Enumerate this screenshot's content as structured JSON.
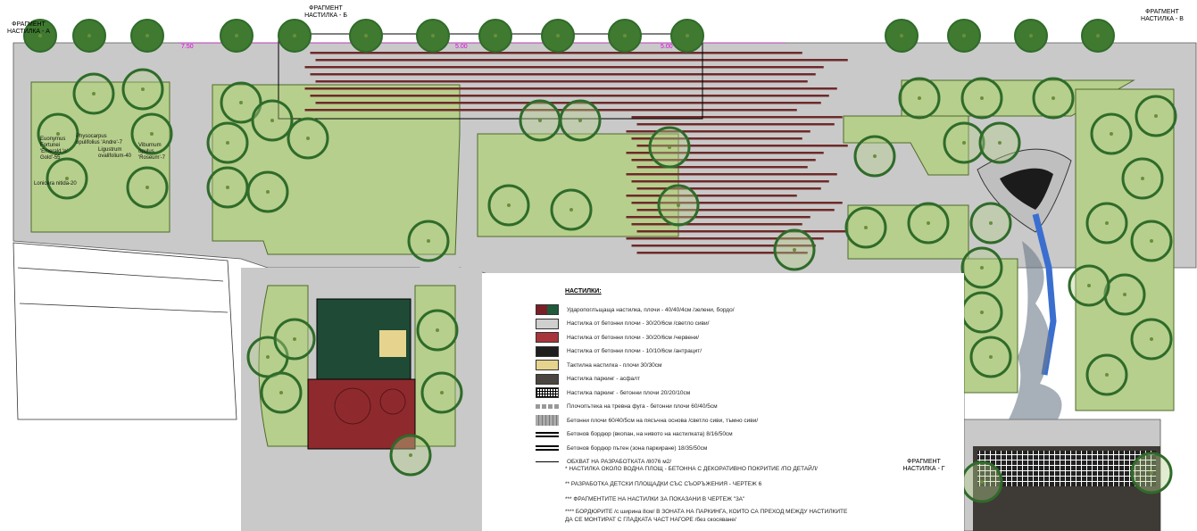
{
  "fragments": {
    "a": "ФРАГМЕНТ НАСТИЛКА - А",
    "b": "ФРАГМЕНТ НАСТИЛКА - Б",
    "v": "ФРАГМЕНТ НАСТИЛКА - В",
    "g": "ФРАГМЕНТ НАСТИЛКА - Г"
  },
  "dimensions": [
    "7.50",
    "5.00",
    "5.00"
  ],
  "plants": {
    "euonymus": "Euonymus Fortunei 'Emerald 'n' Gold'-55",
    "physocarpus": "Physocarpus opulifolius 'Andre'-7",
    "ligustrum": "Ligustrum ovalifolium-40",
    "viburnum": "Viburnum opulus 'Roseum'-7",
    "lonicera": "Lonicera nitida-20"
  },
  "legend": {
    "title": "НАСТИЛКИ:",
    "items": [
      {
        "label": "Ударопоглъщаща настилка, плочи - 40/40/4см /зелени, бордо/",
        "color": "#7a1f26",
        "color2": "#1f5a3a"
      },
      {
        "label": "Настилка от бетонни плочи - 30/20/6см /светло сиви/",
        "color": "#cfcfcf"
      },
      {
        "label": "Настилка от бетонни плочи - 30/20/6см /червени/",
        "color": "#a8353a"
      },
      {
        "label": "Настилка от бетонни плочи - 10/10/6см /антрацит/",
        "color": "#1e1e1e"
      },
      {
        "label": "Тактилна настилка - плочи 30/30см",
        "color": "#e6d48e"
      },
      {
        "label": "Настилка паркинг - асфалт",
        "color": "#4a4540"
      },
      {
        "label": "Настилка паркинг - бетонни плочи 20/20/10см",
        "color": "grid"
      },
      {
        "label": "Плочопътека на тревна фуга - бетонни плочи 60/40/5см",
        "color": "pavers"
      },
      {
        "label": "Бетонни плочи 60/40/5см на пясъчна основа /светло сиви, тъмно сиви/",
        "color": "pavers2"
      },
      {
        "label": "Бетонов бордюр (вкопан, на нивото на настилката) 8/16/50см",
        "color": "double"
      },
      {
        "label": "Бетонов бордюр пътен (зона паркиране) 18/35/50см",
        "color": "double"
      },
      {
        "label": "ОБХВАТ НА РАЗРАБОТКАТА  /8076 м2/",
        "color": "single"
      }
    ],
    "notes": [
      "* НАСТИЛКА ОКОЛО ВОДНА ПЛОЩ - БЕТОННА С ДЕКОРАТИВНО ПОКРИТИЕ /ПО ДЕТАЙЛ/",
      "** РАЗРАБОТКА ДЕТСКИ ПЛОЩАДКИ СЪС СЪОРЪЖЕНИЯ - ЧЕРТЕЖ 6",
      "*** ФРАГМЕНТИТЕ НА НАСТИЛКИ ЗА ПОКАЗАНИ В ЧЕРТЕЖ \"3А\"",
      "**** БОРДЮРИТЕ /с ширина 8см/ В ЗОНАТА НА ПАРКИНГА, КОИТО СА ПРЕХОД МЕЖДУ НАСТИЛКИТЕ",
      "ДА СЕ МОНТИРАТ С ГЛАДКАТА ЧАСТ НАГОРЕ /без скосяване/"
    ]
  },
  "colors": {
    "paving": "#c9c9c9",
    "lawn": "#b7cf8c",
    "tree": "#2f6b2a",
    "brick": "#6e2a2a"
  }
}
